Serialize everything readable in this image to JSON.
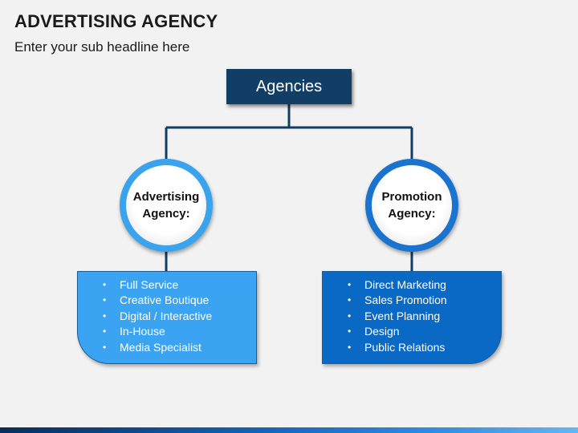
{
  "header": {
    "title": "ADVERTISING AGENCY",
    "subtitle": "Enter your sub headline here"
  },
  "diagram": {
    "root": {
      "label": "Agencies",
      "color": "#123e66"
    },
    "branches": [
      {
        "heading_line1": "Advertising",
        "heading_line2": "Agency:",
        "color": "#3aa3ee",
        "items": [
          "Full Service",
          "Creative Boutique",
          "Digital / Interactive",
          "In-House",
          "Media Specialist"
        ]
      },
      {
        "heading_line1": "Promotion",
        "heading_line2": "Agency:",
        "color": "#0b69c6",
        "items": [
          "Direct Marketing",
          "Sales Promotion",
          "Event Planning",
          "Design",
          "Public Relations"
        ]
      }
    ],
    "connector_color": "#123e66"
  }
}
